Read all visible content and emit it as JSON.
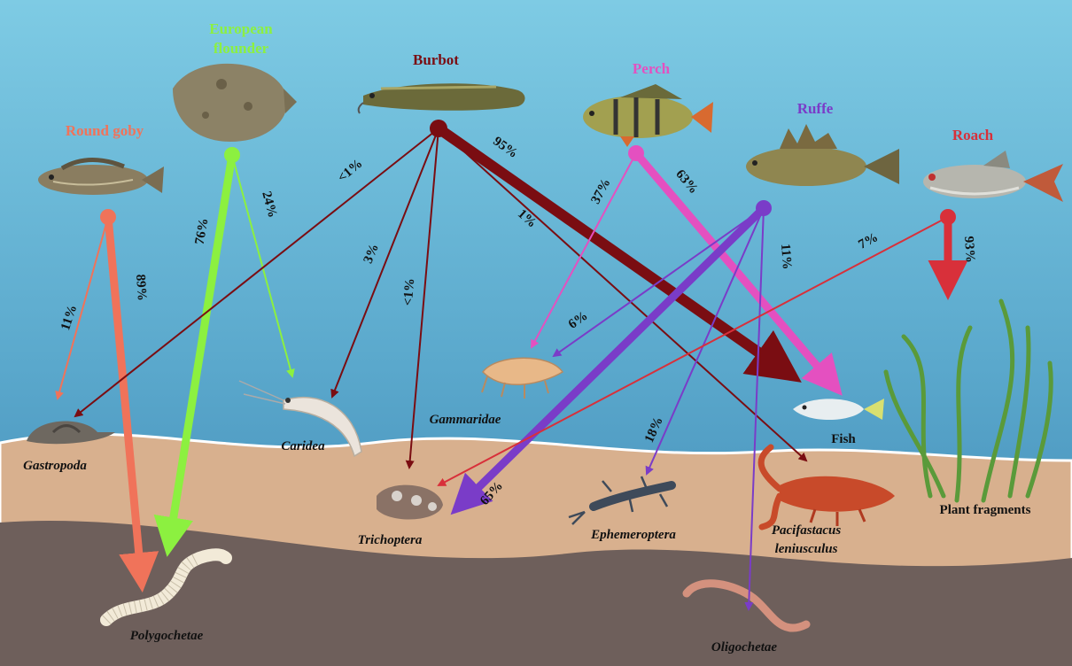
{
  "predators": {
    "round_goby": {
      "name": "Round goby",
      "color": "#f0735a"
    },
    "european_flounder": {
      "name_line1": "European",
      "name_line2": "flounder",
      "color": "#8cf040"
    },
    "burbot": {
      "name": "Burbot",
      "color": "#7a0d12"
    },
    "perch": {
      "name": "Perch",
      "color": "#e450c0"
    },
    "ruffe": {
      "name": "Ruffe",
      "color": "#7a3cc8"
    },
    "roach": {
      "name": "Roach",
      "color": "#d8303a"
    }
  },
  "prey": {
    "gastropoda": "Gastropoda",
    "caridea": "Caridea",
    "gammaridae": "Gammaridae",
    "trichoptera": "Trichoptera",
    "ephemeroptera": "Ephemeroptera",
    "pacifastacus_line1": "Pacifastacus",
    "pacifastacus_line2": "leniusculus",
    "fish": "Fish",
    "plant_fragments": "Plant fragments",
    "polygochetae": "Polygochetae",
    "oligochetae": "Oligochetae"
  },
  "links": {
    "goby_gastropoda": "11%",
    "goby_polygochetae": "89%",
    "flounder_polygochetae": "76%",
    "flounder_caridea": "24%",
    "burbot_gastropoda": "<1%",
    "burbot_caridea": "3%",
    "burbot_trichoptera": "<1%",
    "burbot_pacifastacus": "1%",
    "burbot_fish": "95%",
    "perch_gammaridae": "37%",
    "perch_fish": "63%",
    "ruffe_gammaridae": "6%",
    "ruffe_trichoptera": "65%",
    "ruffe_ephemeroptera": "18%",
    "ruffe_oligochetae": "11%",
    "roach_trichoptera": "7%",
    "roach_plant": "93%"
  }
}
